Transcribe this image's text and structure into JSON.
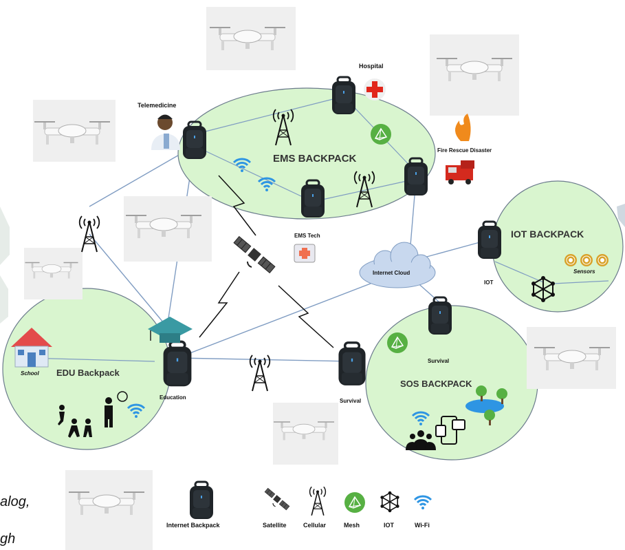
{
  "zones": {
    "ems": "EMS BACKPACK",
    "iot": "IOT BACKPACK",
    "edu": "EDU Backpack",
    "sos": "SOS BACKPACK"
  },
  "nodes": {
    "hospital": "Hospital",
    "telemedicine": "Telemedicine",
    "fire": "Fire Rescue Disaster",
    "ems_tech": "EMS Tech",
    "internet_cloud": "Internet Cloud",
    "iot": "IOT",
    "sensors": "Sensors",
    "school": "School",
    "education": "Education",
    "survival_top": "Survival",
    "survival_bottom": "Survival"
  },
  "legend": {
    "backpack": "Internet Backpack",
    "satellite": "Satellite",
    "cellular": "Cellular",
    "mesh": "Mesh",
    "iot": "IOT",
    "wifi": "Wi-Fi"
  },
  "cropped_text": [
    "alog,",
    "gh"
  ],
  "colors": {
    "zone_fill": "#d9f5cf",
    "zone_stroke": "#6b7b8c",
    "link": "#7f9cc2",
    "backpack": "#1f2428",
    "mesh": "#57b043",
    "wifi": "#2e95e3",
    "hospital_red": "#e1251b",
    "fire_orange": "#f08a1c",
    "cloud": "#c8d8ee"
  }
}
